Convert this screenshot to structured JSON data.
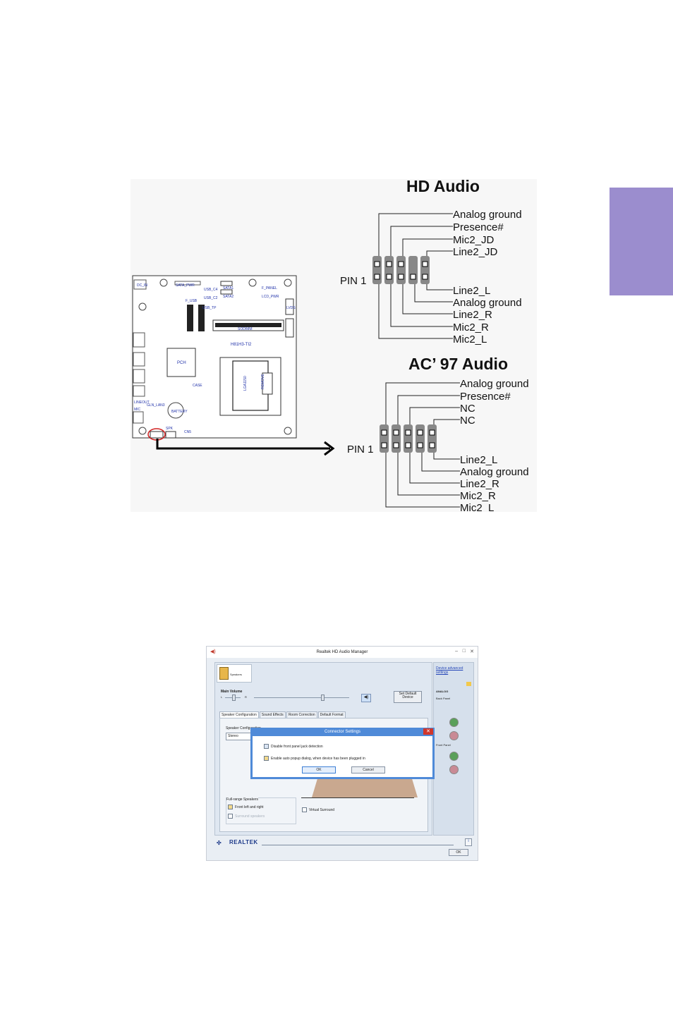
{
  "hd_audio": {
    "title": "HD Audio",
    "pin1": "PIN 1",
    "labels": [
      "Analog ground",
      "Presence#",
      "Mic2_JD",
      "Line2_JD",
      "Line2_L",
      "Analog ground",
      "Line2_R",
      "Mic2_R",
      "Mic2_L"
    ]
  },
  "ac97_audio": {
    "title": "AC’ 97 Audio",
    "pin1": "PIN 1",
    "labels": [
      "Analog ground",
      "Presence#",
      "NC",
      "NC",
      "Line2_L",
      "Analog ground",
      "Line2_R",
      "Mic2_R",
      "Mic2_L"
    ]
  },
  "board": {
    "model": "H81H3-TI2",
    "chip": "PCH",
    "socket": "LGA1150",
    "battery": "BATTERY",
    "labels": [
      "DC_IN",
      "SATA_PWR",
      "USB_C4",
      "USB_C2",
      "F_USB",
      "USB_TP",
      "SATA1",
      "SATA2",
      "LCD_PWR",
      "LVDS",
      "SODIMM",
      "GLN_LAN3",
      "LINEOUT",
      "CN5",
      "SPK",
      "MIC",
      "CASE",
      "F_PANEL",
      "REMOVE"
    ]
  },
  "realtek": {
    "window_title": "Realtek HD Audio Manager",
    "device_tab": "Speakers",
    "device_advanced": "Device advanced settings",
    "analog": "ANALOG",
    "back_panel": "Back Panel",
    "front_panel": "Front Panel",
    "main_volume": "Main Volume",
    "vol_l": "L",
    "vol_r": "R",
    "set_default": "Set Default Device",
    "tabs": [
      "Speaker Configuration",
      "Sound Effects",
      "Room Correction",
      "Default Format"
    ],
    "speaker_config_label": "Speaker Configuration",
    "speaker_config_value": "Stereo",
    "fullrange_label": "Full-range Speakers",
    "front_lr": "Front left and right",
    "surround": "Surround speakers",
    "virtual_surround": "Virtual Surround",
    "brand": "REALTEK",
    "ok": "OK",
    "connector": {
      "title": "Connector Settings",
      "close": "✕",
      "option1": "Disable front panel jack detection",
      "option2": "Enable auto popup dialog, when device has been plugged in",
      "ok": "OK",
      "cancel": "Cancel"
    },
    "jack_colors": {
      "green": "#5aa05a",
      "pink": "#c98a95"
    }
  }
}
